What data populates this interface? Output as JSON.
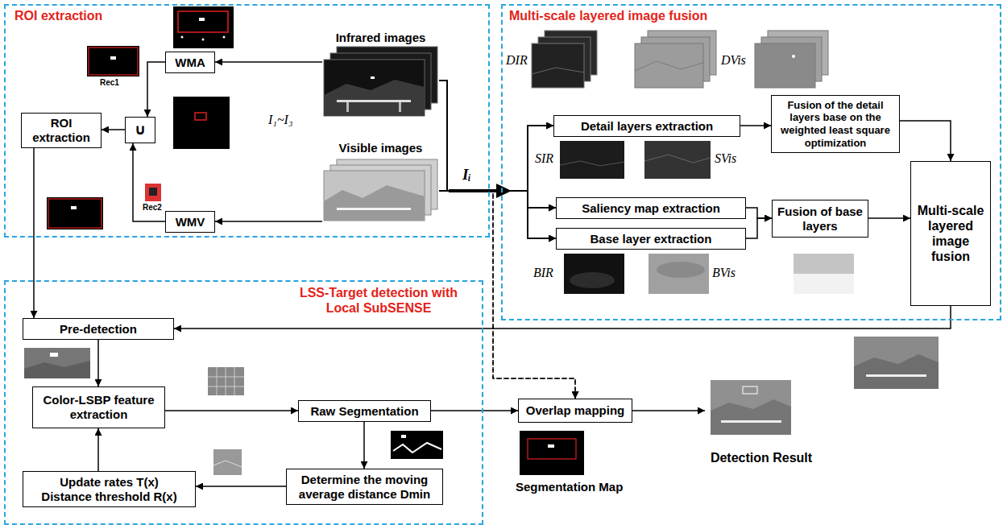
{
  "diagram": {
    "nodes": [
      {
        "text": [
          "ROI extraction"
        ]
      },
      {
        "text": [
          "WMA"
        ],
        "in": 0
      },
      {
        "text": [
          "WMV"
        ],
        "in": 0
      },
      {
        "text": [
          "∪"
        ],
        "in": 0
      },
      {
        "text": [
          "ROI extraction"
        ],
        "in": 0
      },
      {
        "text": [
          "Infrared images"
        ],
        "in": 0
      },
      {
        "text": [
          "Visible images"
        ],
        "in": 0
      },
      {
        "text": [
          "Multi-scale layered image fusion"
        ]
      },
      {
        "text": [
          "Detail layers extraction"
        ],
        "in": 7
      },
      {
        "text": [
          "Saliency map extraction"
        ],
        "in": 7
      },
      {
        "text": [
          "Base layer extraction"
        ],
        "in": 7
      },
      {
        "text": [
          "Fusion of the detail layers base on the weighted least square optimization"
        ],
        "in": 7
      },
      {
        "text": [
          "Fusion of base layers"
        ],
        "in": 7
      },
      {
        "text": [
          "Multi-scale layered image fusion"
        ],
        "in": 7
      },
      {
        "text": [
          "LSS-Target detection with Local SubSENSE"
        ]
      },
      {
        "text": [
          "Pre-detection"
        ],
        "in": 14
      },
      {
        "text": [
          "Color-LSBP feature extraction"
        ],
        "in": 14
      },
      {
        "text": [
          "Raw Segmentation"
        ],
        "in": 14
      },
      {
        "text": [
          "Update rates T(x)",
          "Distance threshold R(x)"
        ],
        "in": 14
      },
      {
        "text": [
          "Determine the moving average distance Dmin"
        ],
        "in": 14
      },
      {
        "text": [
          "Overlap mapping"
        ]
      },
      {
        "text": [
          "Detection Result"
        ]
      }
    ],
    "edges": [
      {
        "from": 5,
        "to": 1,
        "arrow": "to"
      },
      {
        "from": 6,
        "to": 2,
        "arrow": "to"
      },
      {
        "from": 1,
        "to": 3,
        "arrow": "to"
      },
      {
        "from": 2,
        "to": 3,
        "arrow": "to"
      },
      {
        "from": 3,
        "to": 4,
        "arrow": "to"
      },
      {
        "from": 4,
        "to": 15,
        "arrow": "to"
      },
      {
        "from": 5,
        "to": 8,
        "arrow": "to"
      },
      {
        "from": 5,
        "to": 9,
        "arrow": "to"
      },
      {
        "from": 5,
        "to": 10,
        "arrow": "to"
      },
      {
        "from": 6,
        "to": 8,
        "arrow": "to"
      },
      {
        "from": 6,
        "to": 9,
        "arrow": "to"
      },
      {
        "from": 6,
        "to": 10,
        "arrow": "to"
      },
      {
        "from": 5,
        "to": 20,
        "arrow": "to"
      },
      {
        "from": 6,
        "to": 20,
        "arrow": "to"
      },
      {
        "from": 8,
        "to": 11,
        "arrow": "to"
      },
      {
        "from": 9,
        "to": 12,
        "arrow": "to"
      },
      {
        "from": 10,
        "to": 12,
        "arrow": "to"
      },
      {
        "from": 11,
        "to": 13,
        "arrow": "to"
      },
      {
        "from": 12,
        "to": 13,
        "arrow": "to"
      },
      {
        "from": 13,
        "to": 15,
        "arrow": "to"
      },
      {
        "from": 15,
        "to": 16,
        "arrow": "to"
      },
      {
        "from": 16,
        "to": 17,
        "arrow": "to"
      },
      {
        "from": 17,
        "to": 19,
        "arrow": "to"
      },
      {
        "from": 19,
        "to": 18,
        "arrow": "to"
      },
      {
        "from": 18,
        "to": 16,
        "arrow": "to"
      },
      {
        "from": 17,
        "to": 20,
        "arrow": "to"
      },
      {
        "from": 20,
        "to": 21,
        "arrow": "to"
      }
    ],
    "labels": [
      "Rec1",
      "Rec2",
      "I₁~I₃",
      "Iᵢ",
      "DIR",
      "DVis",
      "SIR",
      "SVis",
      "BIR",
      "BVis",
      "Segmentation Map"
    ]
  }
}
